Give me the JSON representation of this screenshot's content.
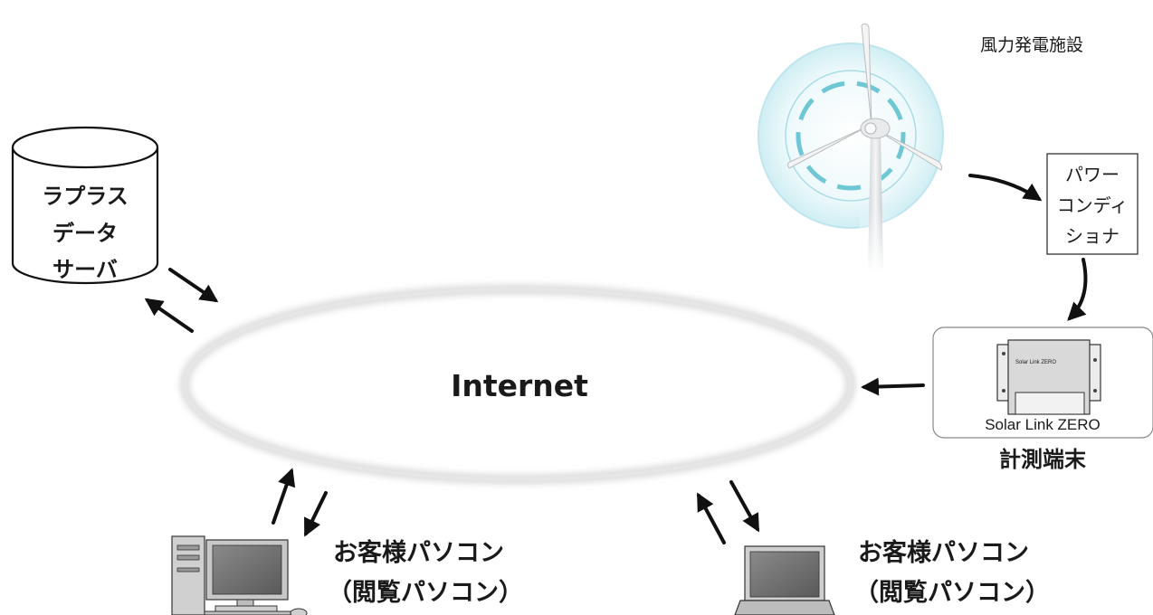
{
  "internet": {
    "label": "Internet"
  },
  "data_server": {
    "lines": [
      "ラプラス",
      "データ",
      "サーバ"
    ]
  },
  "wind_facility": {
    "label": "風力発電施設"
  },
  "power_conditioner": {
    "lines": [
      "パワー",
      "コンディ",
      "ショナ"
    ]
  },
  "measurement_device": {
    "product_name": "Solar Link ZERO",
    "caption": "計測端末",
    "device_logo": "Solar Link ZERO"
  },
  "customer_desktop": {
    "lines": [
      "お客様パソコン",
      "（閲覧パソコン）"
    ]
  },
  "customer_laptop": {
    "lines": [
      "お客様パソコン",
      "（閲覧パソコン）"
    ]
  }
}
